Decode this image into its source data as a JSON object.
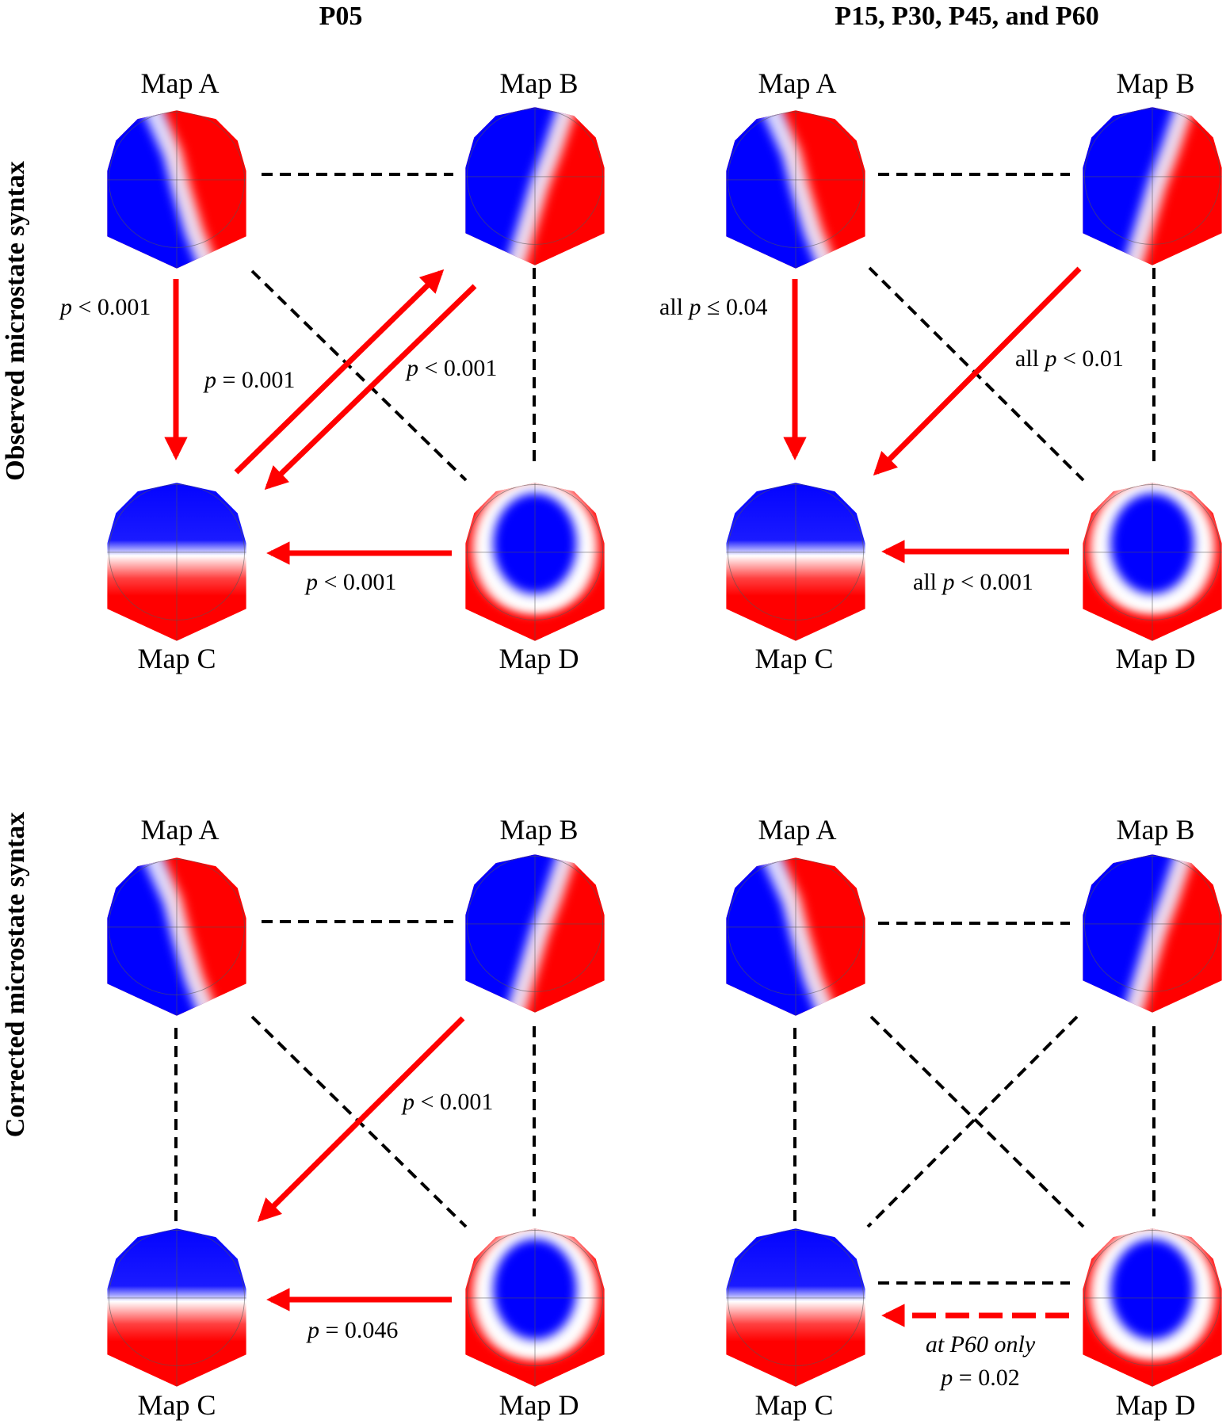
{
  "columns": [
    "P05",
    "P15, P30, P45, and P60"
  ],
  "rows": [
    "Observed microstate syntax",
    "Corrected microstate syntax"
  ],
  "maps": {
    "a": "Map A",
    "b": "Map B",
    "c": "Map C",
    "d": "Map D"
  },
  "colors": {
    "positive": "#ff0000",
    "negative": "#0000ff",
    "significant_arrow": "#ff0000",
    "nonsignificant_line": "#000000"
  },
  "panels": [
    {
      "id": "observed-p05",
      "dashed_links": [
        "A-B",
        "A-D",
        "B-D"
      ],
      "arrows": [
        {
          "from": "A",
          "to": "C",
          "label_prefix": "",
          "label_var": "p",
          "label_rel": "< 0.001"
        },
        {
          "from": "C",
          "to": "B",
          "label_prefix": "",
          "label_var": "p",
          "label_rel": "= 0.001"
        },
        {
          "from": "B",
          "to": "C",
          "label_prefix": "",
          "label_var": "p",
          "label_rel": "< 0.001"
        },
        {
          "from": "D",
          "to": "C",
          "label_prefix": "",
          "label_var": "p",
          "label_rel": "< 0.001"
        }
      ]
    },
    {
      "id": "observed-p15-p60",
      "dashed_links": [
        "A-B",
        "A-D",
        "B-D"
      ],
      "arrows": [
        {
          "from": "A",
          "to": "C",
          "label_prefix": "all ",
          "label_var": "p",
          "label_rel": "≤ 0.04"
        },
        {
          "from": "B",
          "to": "C",
          "label_prefix": "all ",
          "label_var": "p",
          "label_rel": "< 0.01"
        },
        {
          "from": "D",
          "to": "C",
          "label_prefix": "all ",
          "label_var": "p",
          "label_rel": "< 0.001"
        }
      ]
    },
    {
      "id": "corrected-p05",
      "dashed_links": [
        "A-B",
        "A-C",
        "A-D",
        "B-D"
      ],
      "arrows": [
        {
          "from": "B",
          "to": "C",
          "label_prefix": "",
          "label_var": "p",
          "label_rel": "< 0.001"
        },
        {
          "from": "D",
          "to": "C",
          "label_prefix": "",
          "label_var": "p",
          "label_rel": "= 0.046"
        }
      ]
    },
    {
      "id": "corrected-p15-p60",
      "dashed_links": [
        "A-B",
        "A-C",
        "A-D",
        "B-C",
        "B-D",
        "C-D"
      ],
      "arrows": [
        {
          "from": "D",
          "to": "C",
          "dashed": true,
          "note": "at P60 only",
          "label_var": "p",
          "label_rel": "= 0.02"
        }
      ]
    }
  ]
}
